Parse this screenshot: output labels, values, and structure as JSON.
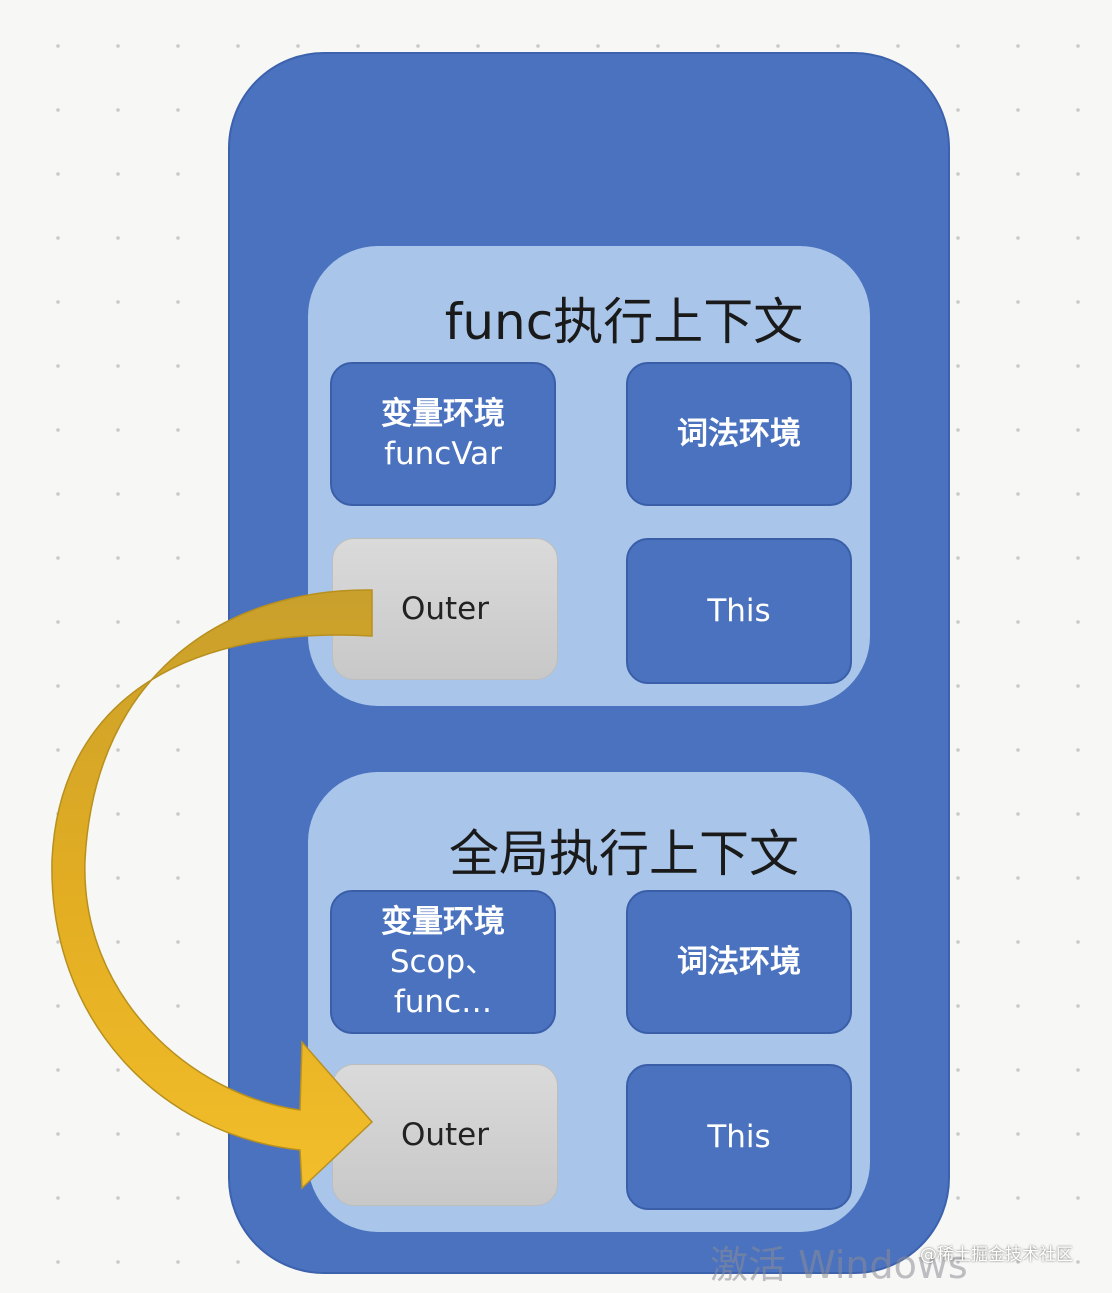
{
  "func_context": {
    "title": "func执行上下文",
    "variable_env": {
      "label": "变量环境",
      "content": "funcVar"
    },
    "lexical_env": {
      "label": "词法环境"
    },
    "outer": {
      "label": "Outer"
    },
    "this": {
      "label": "This"
    }
  },
  "global_context": {
    "title": "全局执行上下文",
    "variable_env": {
      "label": "变量环境",
      "content_line1": "Scop、",
      "content_line2": "func…"
    },
    "lexical_env": {
      "label": "词法环境"
    },
    "outer": {
      "label": "Outer"
    },
    "this": {
      "label": "This"
    }
  },
  "watermark": "激活 Windows",
  "site_tag": "@稀土掘金技术社区",
  "colors": {
    "call_stack": "#4a72bf",
    "context_bg": "#a9c6ea",
    "env_box": "#4a72bf",
    "outer_box": "#d3d3d3",
    "arrow": "#e8b324"
  }
}
